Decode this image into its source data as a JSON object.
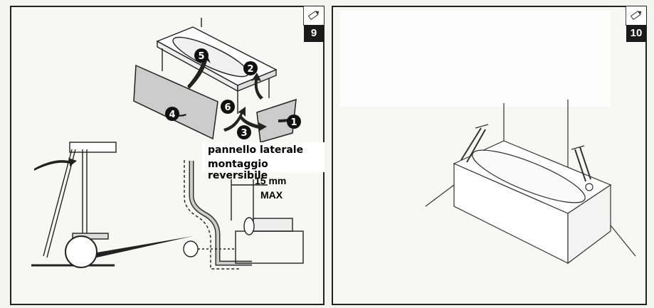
{
  "panels": [
    {
      "step_number": "9",
      "icon": "pencil-icon",
      "caption_line1": "pannello laterale",
      "caption_line2": "montaggio reversibile",
      "dimension_value": "15 mm",
      "dimension_limit": "MAX",
      "steps": [
        "1",
        "2",
        "3",
        "4",
        "5",
        "6"
      ]
    },
    {
      "step_number": "10",
      "icon": "pencil-icon"
    }
  ]
}
